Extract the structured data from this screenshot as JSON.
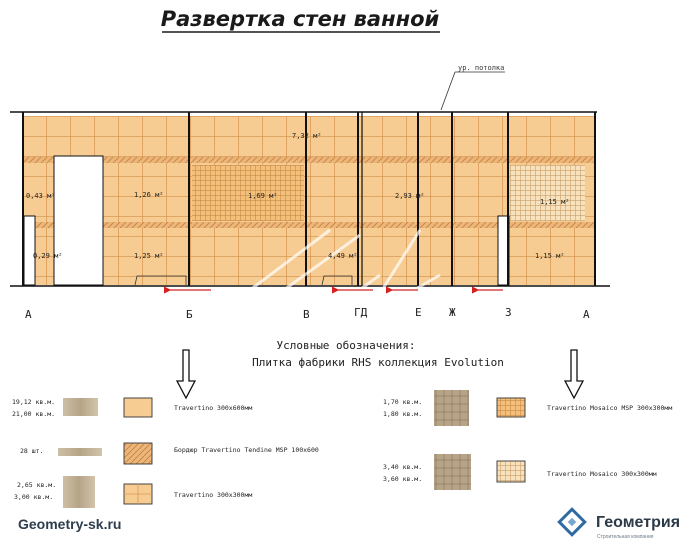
{
  "title": "Развертка стен ванной",
  "ceiling_label": "ур. потолка",
  "areas": {
    "ceiling": "7,32 м²",
    "w1_top": "0,43 м²",
    "w1_bottom": "0,29 м²",
    "w2_mid": "1,26 м²",
    "w2_bottom": "1,25 м²",
    "w3_mosaic": "1,69 м²",
    "w4_mid": "2,93 м²",
    "w4_bottom": "4,49 м²",
    "w5_mosaic": "1,15 м²",
    "w5_bottom": "1,15 м²"
  },
  "point_labels": [
    "А",
    "Б",
    "В",
    "ГД",
    "Е",
    "Ж",
    "З",
    "А"
  ],
  "legend": {
    "heading1": "Условные обозначения:",
    "heading2": "Плитка фабрики RHS коллекция Evolution",
    "left": [
      {
        "qty1": "19,12 кв.м.",
        "qty2": "21,00 кв.м.",
        "name": "Travertino 300x600мм"
      },
      {
        "qty1": "28 шт.",
        "qty2": "",
        "name": "Бордюр Travertino Tendine MSP 100x600"
      },
      {
        "qty1": "2,65 кв.м.",
        "qty2": "3,00 кв.м.",
        "name": "Travertino 300x300мм"
      }
    ],
    "right": [
      {
        "qty1": "1,70 кв.м.",
        "qty2": "1,80 кв.м.",
        "name": "Travertino Mosaico MSP 300x300мм"
      },
      {
        "qty1": "3,40 кв.м.",
        "qty2": "3,60 кв.м.",
        "name": "Travertino Mosaico  300x300мм"
      }
    ]
  },
  "footer_site": "Geometry-sk.ru",
  "brand": {
    "name": "Геометрия",
    "tagline": "Строительная компания"
  },
  "colors": {
    "tile": "#f7cc92",
    "tile_line": "#d99a55",
    "border_band": "#e9b47a",
    "mosaic": "#f4c07a",
    "arrow": "#d62020",
    "wall_line": "#111111"
  }
}
